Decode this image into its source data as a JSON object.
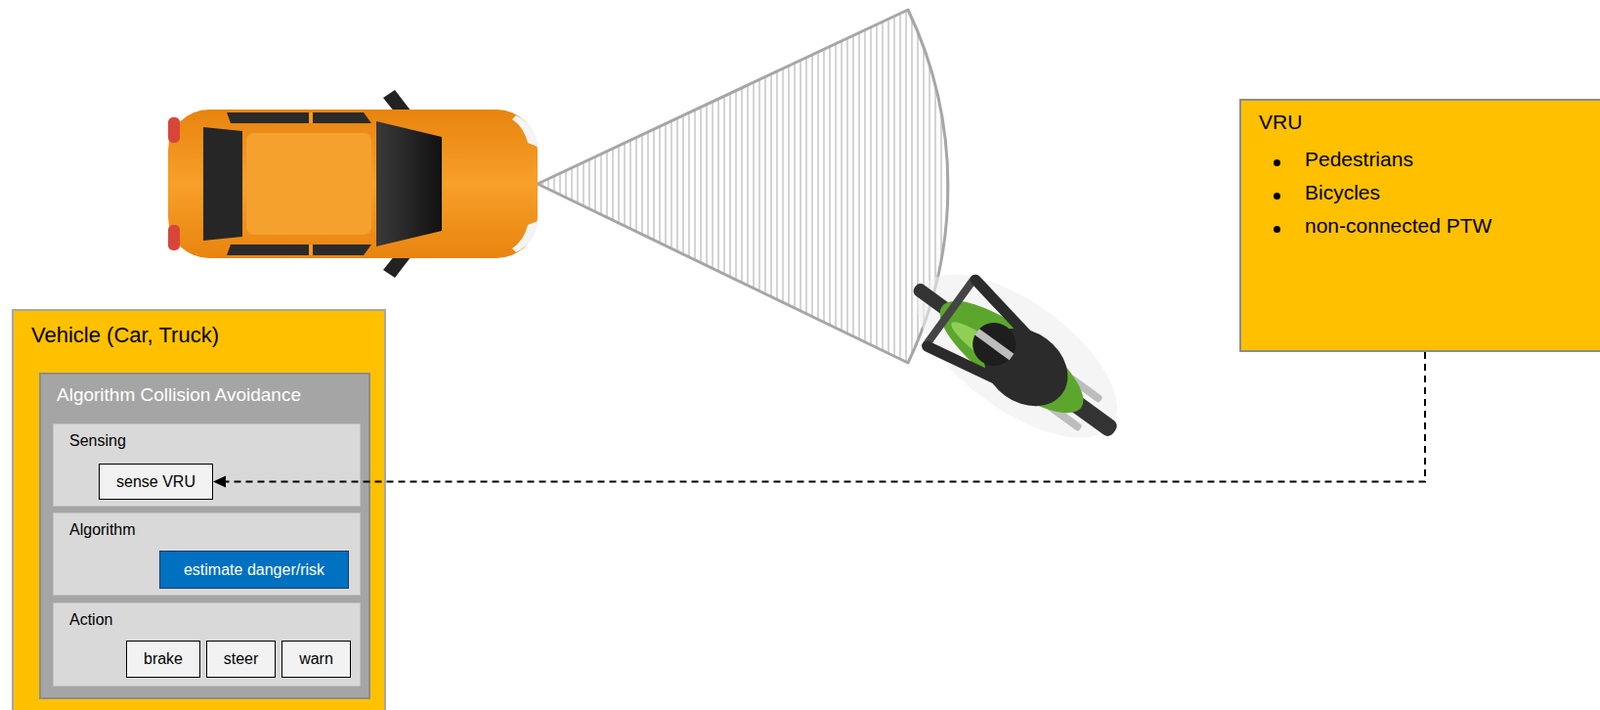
{
  "diagram": {
    "nodes": [
      {
        "text": [
          "Vehicle (Car, Truck)"
        ]
      },
      {
        "text": [
          "Algorithm Collision Avoidance"
        ],
        "in": 0
      },
      {
        "text": [
          "Sensing"
        ],
        "in": 1
      },
      {
        "text": [
          "sense VRU"
        ],
        "in": 2
      },
      {
        "text": [
          "Algorithm"
        ],
        "in": 1
      },
      {
        "text": [
          "estimate danger/risk"
        ],
        "in": 4
      },
      {
        "text": [
          "Action"
        ],
        "in": 1
      },
      {
        "text": [
          "brake"
        ],
        "in": 6
      },
      {
        "text": [
          "steer"
        ],
        "in": 6
      },
      {
        "text": [
          "warn"
        ],
        "in": 6
      },
      {
        "text": [
          "VRU",
          "Pedestrians",
          "Bicycles",
          "non-connected PTW"
        ]
      }
    ],
    "edges": [
      {
        "from": 10,
        "to": 3,
        "arrow": "to"
      }
    ]
  }
}
